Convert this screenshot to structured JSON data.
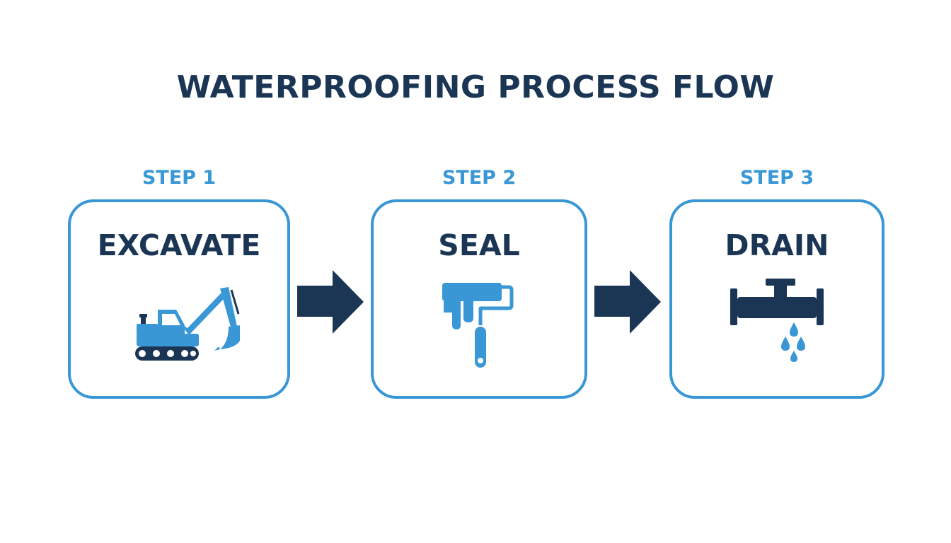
{
  "title": "WATERPROOFING PROCESS FLOW",
  "steps": [
    {
      "label": "STEP 1",
      "name": "EXCAVATE",
      "icon": "excavator-icon"
    },
    {
      "label": "STEP 2",
      "name": "SEAL",
      "icon": "paint-roller-icon"
    },
    {
      "label": "STEP 3",
      "name": "DRAIN",
      "icon": "pipe-drain-icon"
    }
  ],
  "colors": {
    "dark": "#1b3654",
    "accent": "#3a97d6"
  }
}
